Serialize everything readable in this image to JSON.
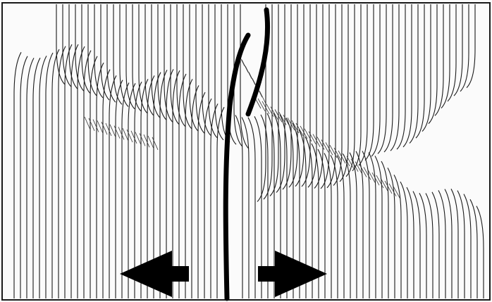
{
  "figure": {
    "colors": {
      "background": "#fbfbfb",
      "line": "#1a1a1a",
      "fault": "#000000",
      "arrow": "#000000",
      "hatch": "#333333"
    },
    "arrows": [
      {
        "name": "left-arrow",
        "direction": "left"
      },
      {
        "name": "right-arrow",
        "direction": "right"
      }
    ]
  }
}
